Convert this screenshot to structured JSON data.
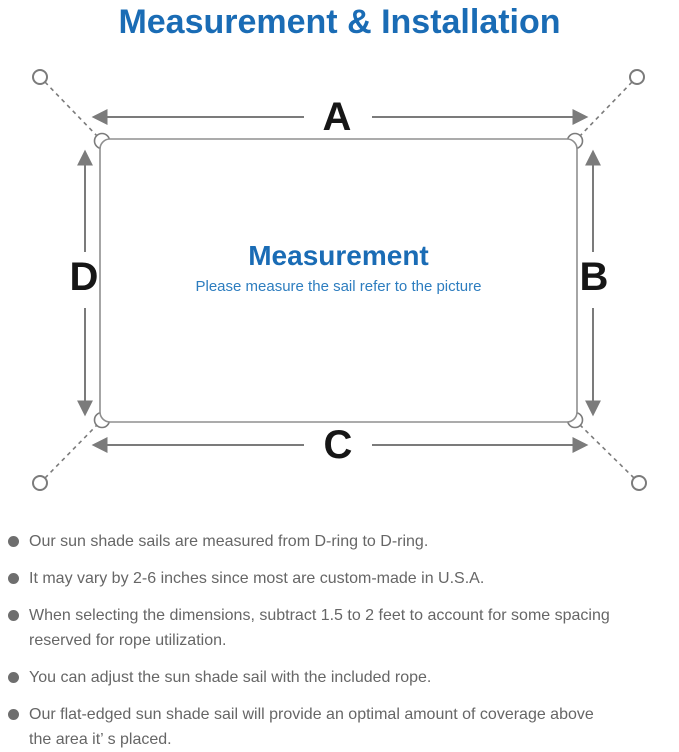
{
  "header": {
    "title": "Measurement & Installation"
  },
  "diagram": {
    "labels": {
      "top": "A",
      "right": "B",
      "bottom": "C",
      "left": "D"
    },
    "center": {
      "heading": "Measurement",
      "subheading": "Please measure the sail refer to the picture"
    },
    "colors": {
      "accent_blue": "#1a6cb5",
      "subtitle_blue": "#2d7dbf",
      "line_gray": "#7b7b7b",
      "label_black": "#161616",
      "note_gray": "#666666"
    }
  },
  "notes": {
    "items": [
      "Our sun shade sails are measured from D-ring to D-ring.",
      "It may vary by 2-6 inches since most are custom-made in U.S.A.",
      "When selecting the dimensions, subtract 1.5 to 2 feet to account for some spacing\nreserved for rope utilization.",
      "You can adjust the sun shade sail with the included rope.",
      "Our flat-edged sun shade sail will provide an optimal amount of coverage above\nthe area it’ s placed."
    ]
  }
}
